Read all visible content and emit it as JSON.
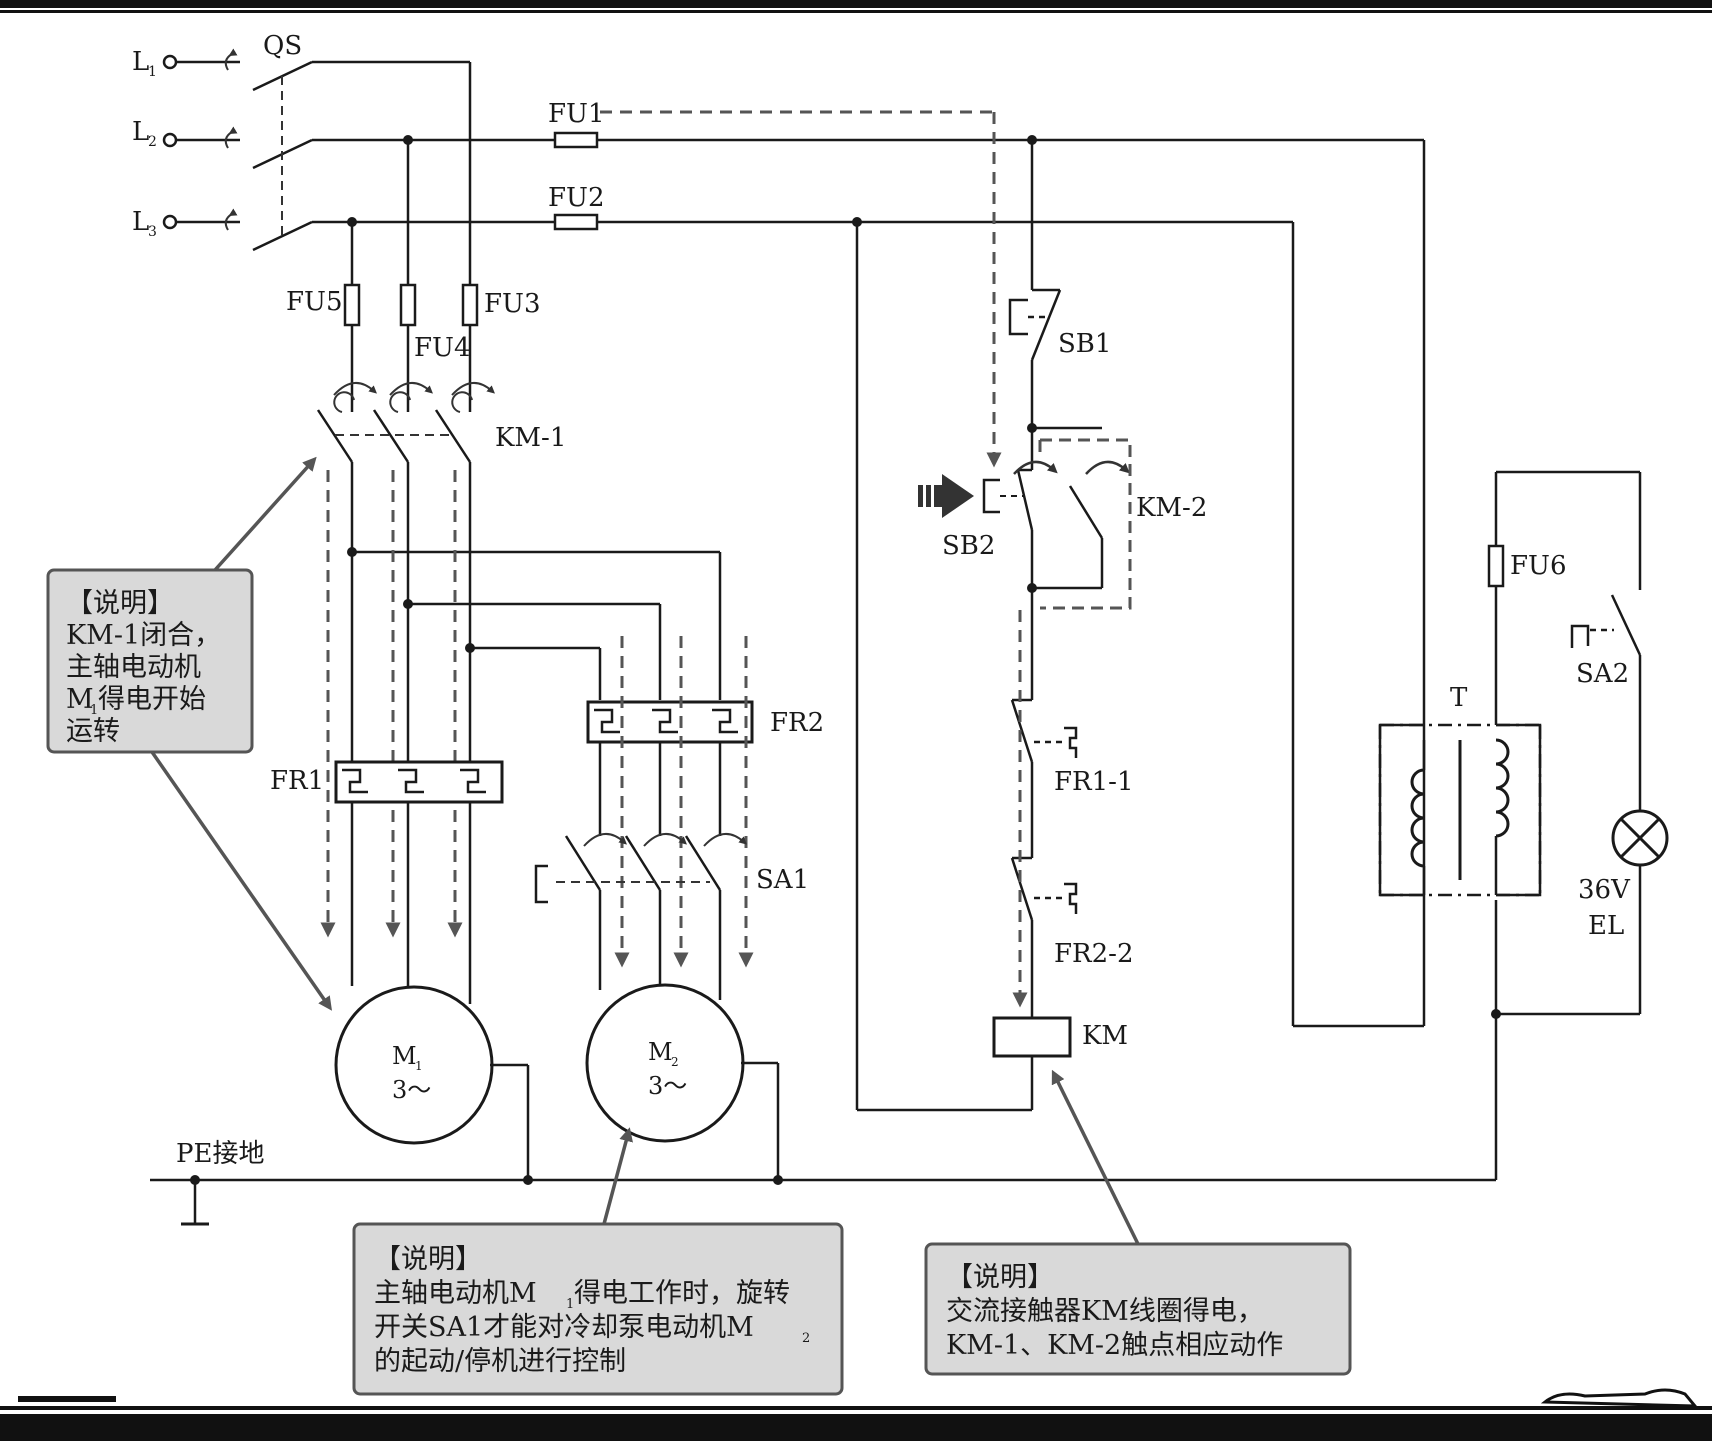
{
  "terminals": {
    "l1": "L",
    "l1_sub": "1",
    "l2": "L",
    "l2_sub": "2",
    "l3": "L",
    "l3_sub": "3"
  },
  "labels": {
    "qs": "QS",
    "fu1": "FU1",
    "fu2": "FU2",
    "fu3": "FU3",
    "fu4": "FU4",
    "fu5": "FU5",
    "fu6": "FU6",
    "km1": "KM-1",
    "km2": "KM-2",
    "sb1": "SB1",
    "sb2": "SB2",
    "fr1": "FR1",
    "fr2": "FR2",
    "fr1_1": "FR1-1",
    "fr2_2": "FR2-2",
    "sa1": "SA1",
    "sa2": "SA2",
    "km": "KM",
    "t": "T",
    "volt": "36V",
    "el": "EL",
    "pe": "PE接地"
  },
  "motors": {
    "m1_name": "M",
    "m1_sub": "1",
    "m1_phase": "3～",
    "m2_name": "M",
    "m2_sub": "2",
    "m2_phase": "3～"
  },
  "notes": {
    "n1": {
      "title": "【说明】",
      "line1": "KM-1闭合，",
      "line2": "主轴电动机",
      "line3a": "M",
      "line3sub": "1",
      "line3b": "得电开始",
      "line4": "运转"
    },
    "n2": {
      "title": "【说明】",
      "line1a": "主轴电动机M",
      "line1sub": "1",
      "line1b": "得电工作时，旋转",
      "line2a": "开关SA1才能对冷却泵电动机M",
      "line2sub": "2",
      "line3": "的起动/停机进行控制"
    },
    "n3": {
      "title": "【说明】",
      "line1": "交流接触器KM线圈得电，",
      "line2": "KM-1、KM-2触点相应动作"
    }
  },
  "colors": {
    "line": "#1a1a1a",
    "dashed": "#555555",
    "note_bg": "#d9d9d9",
    "note_border": "#555555",
    "arrow": "#555555"
  }
}
